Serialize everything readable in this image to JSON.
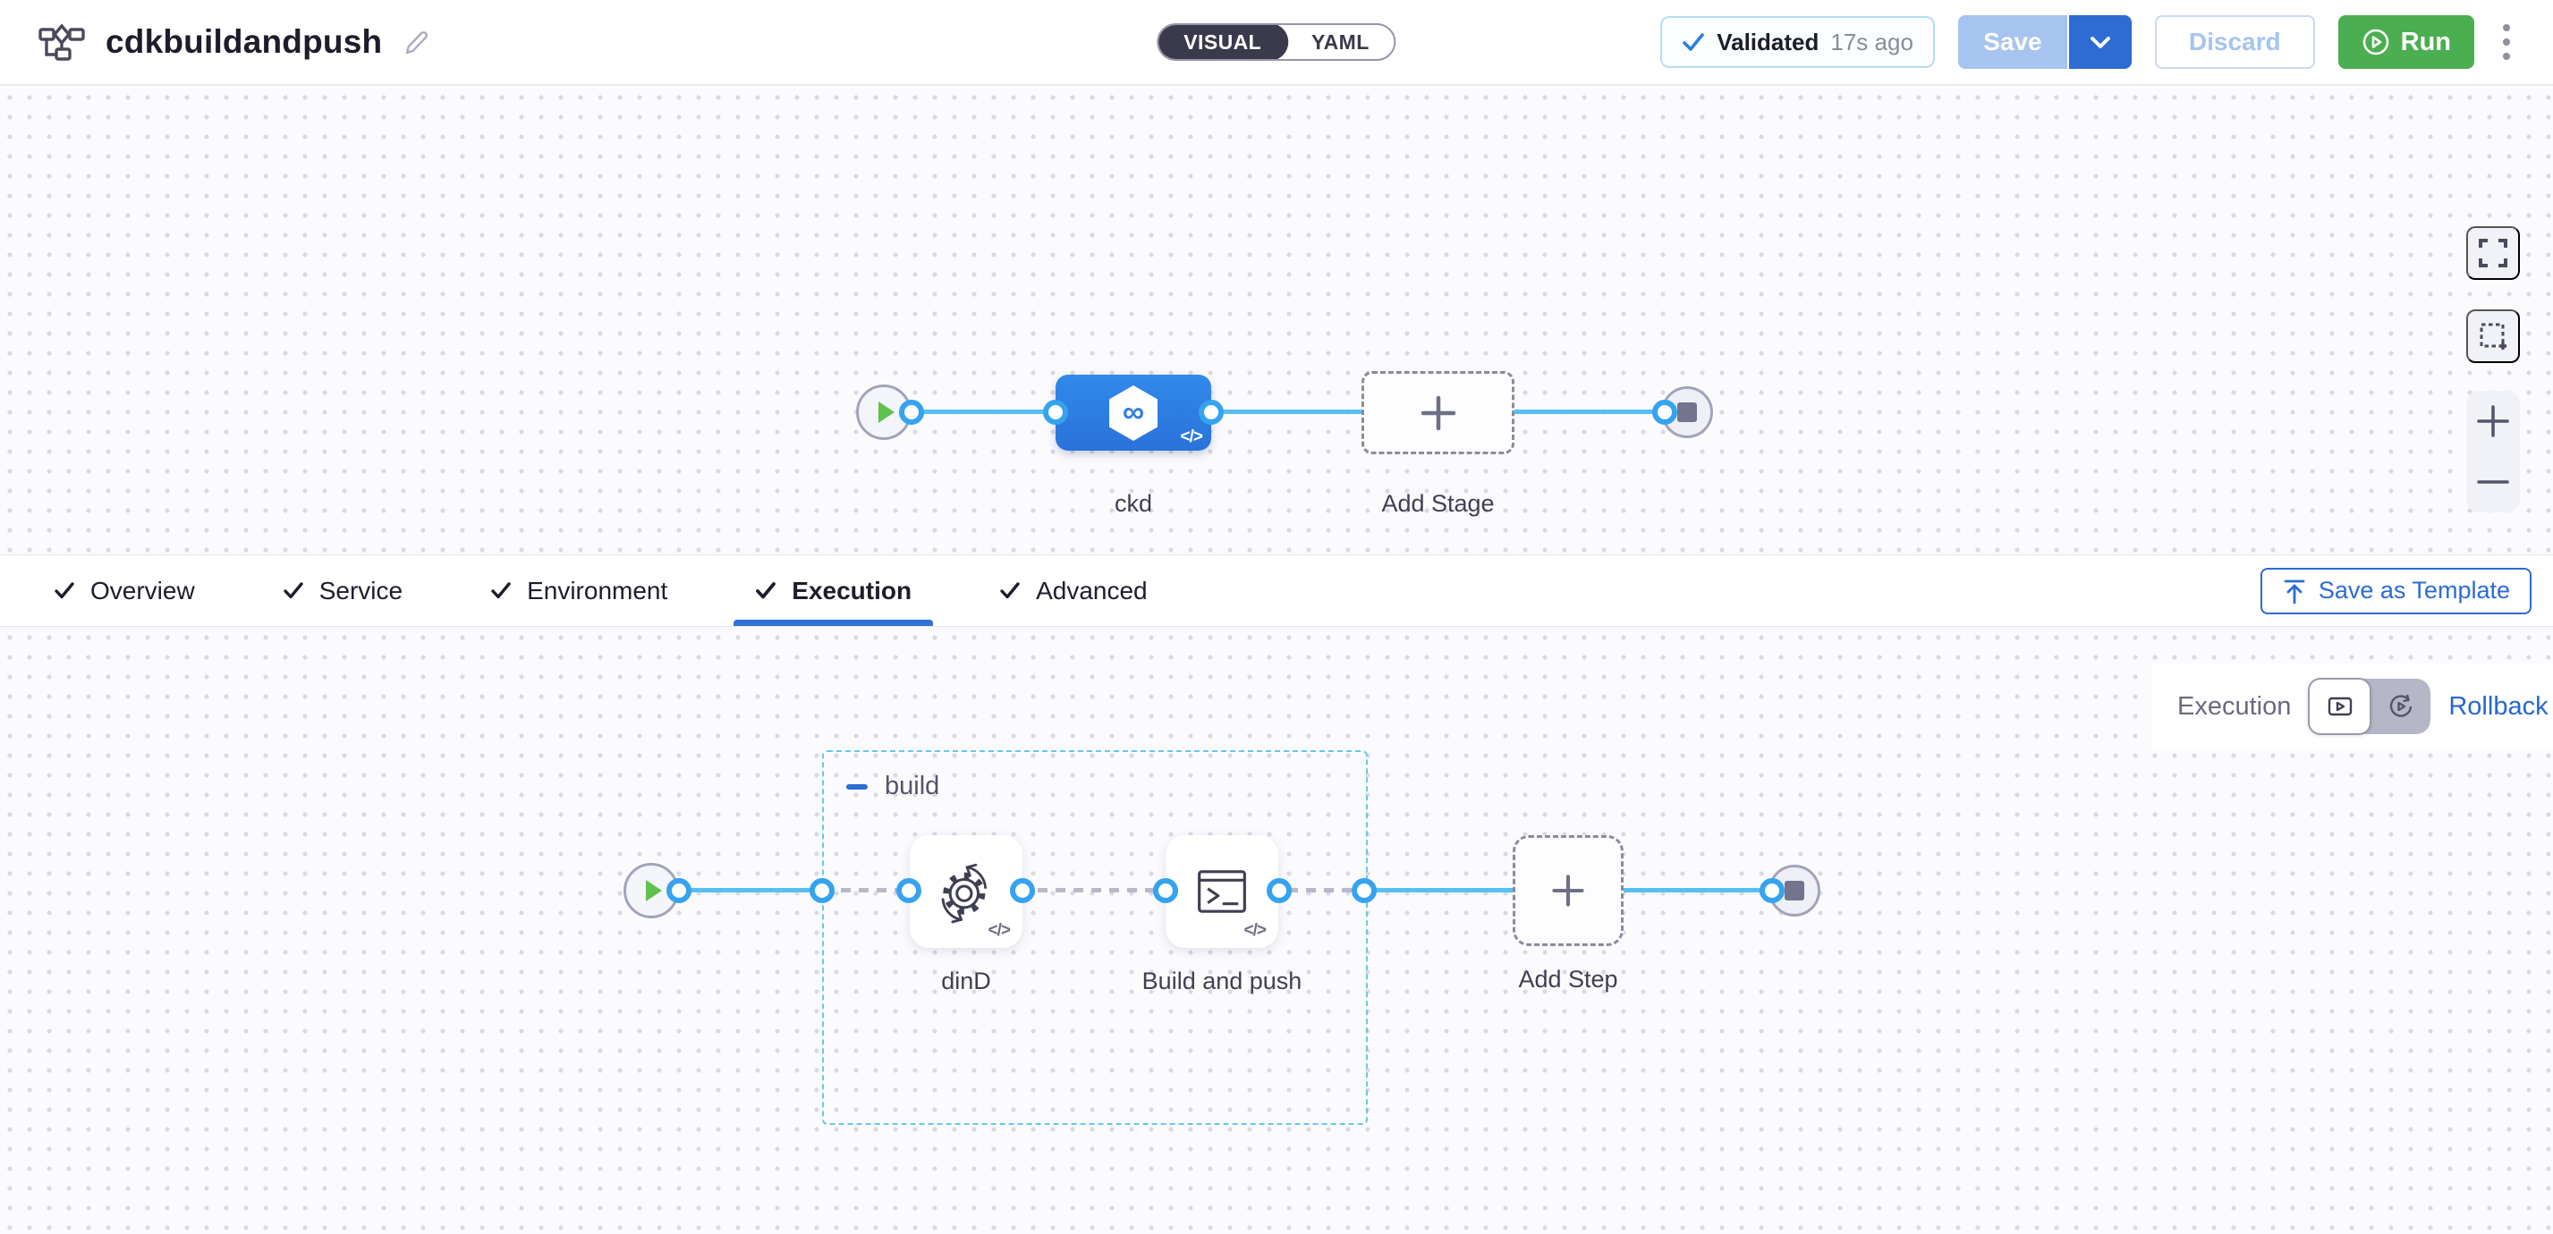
{
  "header": {
    "title": "cdkbuildandpush",
    "visual_label": "VISUAL",
    "yaml_label": "YAML",
    "validated_label": "Validated",
    "validated_time": "17s ago",
    "save_label": "Save",
    "discard_label": "Discard",
    "run_label": "Run"
  },
  "stage_pipeline": {
    "stage_label": "ckd",
    "add_stage_label": "Add Stage",
    "code_glyph": "</>"
  },
  "tabs": {
    "items": [
      {
        "label": "Overview"
      },
      {
        "label": "Service"
      },
      {
        "label": "Environment"
      },
      {
        "label": "Execution"
      },
      {
        "label": "Advanced"
      }
    ],
    "active": "Execution",
    "save_as_template_label": "Save as Template"
  },
  "execution_view": {
    "mode_label": "Execution",
    "rollback_label": "Rollback",
    "group_label": "build",
    "step1_label": "dinD",
    "step2_label": "Build and push",
    "add_step_label": "Add Step",
    "code_glyph": "</>"
  },
  "colors": {
    "accent_blue": "#2b6cd4",
    "node_blue": "#2e7fe4",
    "connector_blue": "#58bff4",
    "port_blue": "#35a3ef",
    "group_border_blue": "#66c6ef",
    "run_green": "#4bae50",
    "validated_check_blue": "#2b7de0",
    "save_disabled_blue": "#a6c4ef",
    "toggle_dark": "#3a3a4c"
  }
}
